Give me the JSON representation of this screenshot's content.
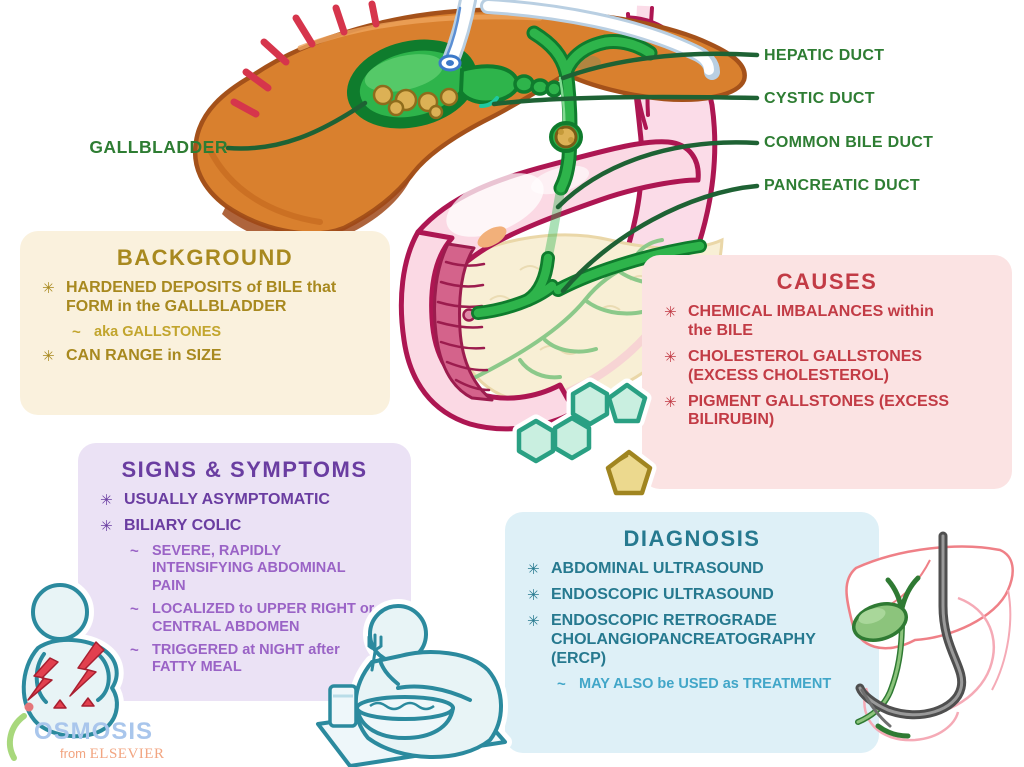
{
  "markers": {
    "bullet": "✳",
    "sub": "~"
  },
  "anatomy": {
    "gallbladder_label": "GALLBLADDER",
    "duct_labels": [
      "HEPATIC DUCT",
      "CYSTIC DUCT",
      "COMMON BILE DUCT",
      "PANCREATIC DUCT"
    ]
  },
  "boxes": {
    "background": {
      "title": "BACKGROUND",
      "bullet1": "HARDENED DEPOSITS of BILE that FORM in the GALLBLADDER",
      "sub1": "aka GALLSTONES",
      "bullet2": "CAN RANGE in SIZE"
    },
    "causes": {
      "title": "CAUSES",
      "bullet1": "CHEMICAL IMBALANCES within the BILE",
      "bullet2": "CHOLESTEROL GALLSTONES (EXCESS CHOLESTEROL)",
      "bullet3": "PIGMENT GALLSTONES (EXCESS BILIRUBIN)"
    },
    "signs": {
      "title": "SIGNS & SYMPTOMS",
      "bullet1": "USUALLY ASYMPTOMATIC",
      "bullet2": "BILIARY COLIC",
      "sub1": "SEVERE, RAPIDLY INTENSIFYING ABDOMINAL PAIN",
      "sub2": "LOCALIZED to UPPER RIGHT or CENTRAL ABDOMEN",
      "sub3": "TRIGGERED at NIGHT after FATTY MEAL"
    },
    "diagnosis": {
      "title": "DIAGNOSIS",
      "bullet1": "ABDOMINAL ULTRASOUND",
      "bullet2": "ENDOSCOPIC ULTRASOUND",
      "bullet3": "ENDOSCOPIC RETROGRADE CHOLANGIOPANCREATOGRAPHY (ERCP)",
      "sub1": "MAY ALSO be USED as TREATMENT"
    }
  },
  "logo": {
    "brand": "OSMOSIS",
    "tagline_from": "from",
    "tagline_brand": "ELSEVIER"
  },
  "colors": {
    "label_green": "#2e7d33",
    "leader_line_green": "#1e6234",
    "background_accent": "#a8891f",
    "background_sub_accent": "#c2a52e",
    "background_bg": "#faf1dd",
    "causes_accent": "#c23b45",
    "causes_bg": "#fbe3e3",
    "signs_accent": "#6a3da1",
    "signs_sub_accent": "#9a63c6",
    "signs_bg": "#ebe2f5",
    "diagnosis_accent": "#26798f",
    "diagnosis_sub_accent": "#41a6c8",
    "diagnosis_bg": "#def0f7",
    "liver_orange": "#d9802e",
    "gallbladder_green": "#2eb44b",
    "gallstone_gold": "#dcb155",
    "stomach_pink": "#fbd9e4",
    "stomach_outline": "#ad1652",
    "pancreas_cream": "#f8efd5",
    "molecule_teal": "#2aa083",
    "pigment_gold": "#a08520",
    "people_teal": "#2b8a9e",
    "pain_red": "#e2404e",
    "logo_blue": "#a9c6ec",
    "logo_peach": "#f2a581"
  }
}
